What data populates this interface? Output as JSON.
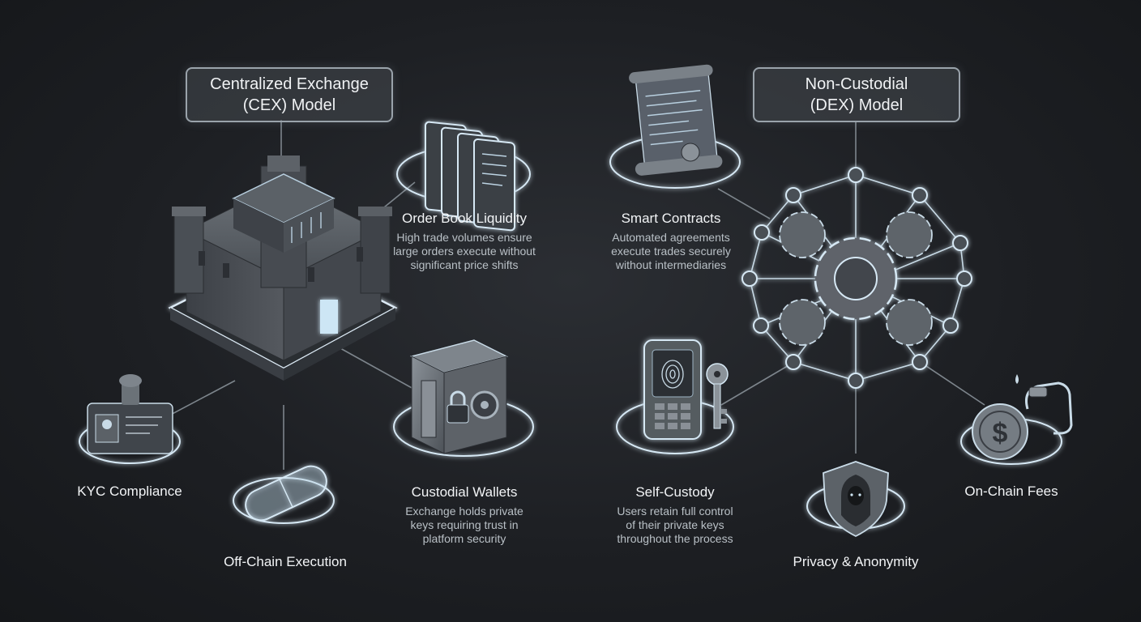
{
  "cex": {
    "title_line1": "Centralized Exchange",
    "title_line2": "(CEX) Model",
    "order_book": {
      "label": "Order Book Liquidity",
      "desc": [
        "High trade volumes ensure",
        "large orders execute without",
        "significant price shifts"
      ]
    },
    "custodial": {
      "label": "Custodial Wallets",
      "desc": [
        "Exchange holds private",
        "keys requiring trust in",
        "platform security"
      ]
    },
    "kyc": {
      "label": "KYC Compliance"
    },
    "offchain": {
      "label": "Off-Chain Execution"
    }
  },
  "dex": {
    "title_line1": "Non-Custodial",
    "title_line2": "(DEX) Model",
    "smart": {
      "label": "Smart Contracts",
      "desc": [
        "Automated agreements",
        "execute trades securely",
        "without intermediaries"
      ]
    },
    "selfcustody": {
      "label": "Self-Custody",
      "desc": [
        "Users retain full control",
        "of their private keys",
        "throughout the process"
      ]
    },
    "privacy": {
      "label": "Privacy & Anonymity"
    },
    "fees": {
      "label": "On-Chain Fees"
    }
  },
  "icons": [
    "fortress-icon",
    "order-book-icon",
    "vault-safe-icon",
    "id-card-stamp-icon",
    "pill-capsule-icon",
    "contract-scroll-icon",
    "gear-network-icon",
    "phone-fingerprint-key-icon",
    "shield-hooded-figure-icon",
    "coin-fuel-pump-icon"
  ],
  "colors": {
    "glow": "#cfe6f5",
    "line": "#9aa3ab",
    "background": "#1d1f23"
  }
}
